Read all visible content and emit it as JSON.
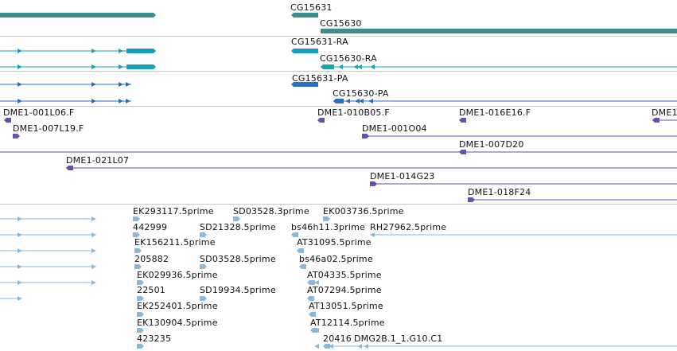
{
  "colors": {
    "gene": "#3a8f8f",
    "transcript": "#1aa0b8",
    "protein": "#2b6fbf",
    "clone": "#6a4fa8",
    "est": "#8ab8d8",
    "separator": "#c8c8c8",
    "label": "#111111"
  },
  "tracks": {
    "genes": {
      "labels": [
        "CG15631",
        "CG15630"
      ]
    },
    "transcripts": {
      "labels": [
        "CG15631-RA",
        "CG15630-RA"
      ]
    },
    "proteins": {
      "labels": [
        "CG15631-PA",
        "CG15630-PA"
      ]
    },
    "clones": {
      "labels": [
        "DME1-001L06.F",
        "DME1-007L19.F",
        "DME1-010B05.F",
        "DME1-001O04",
        "DME1-016E16.F",
        "DME1-007D20",
        "DME1",
        "DME1-021L07",
        "DME1-014G23",
        "DME1-018F24"
      ]
    },
    "ests": {
      "labels": [
        "EK293117.5prime",
        "SD03528.3prime",
        "EK003736.5prime",
        "442999",
        "SD21328.5prime",
        "bs46h11.3prime",
        "RH27962.5prime",
        "EK156211.5prime",
        "AT31095.5prime",
        "205882",
        "SD03528.5prime",
        "bs46a02.5prime",
        "EK029936.5prime",
        "AT04335.5prime",
        "22501",
        "SD19934.5prime",
        "AT07294.5prime",
        "EK252401.5prime",
        "AT13051.5prime",
        "EK130904.5prime",
        "AT12114.5prime",
        "423235",
        "20416",
        "DMG2B.1_1.G10.C1"
      ]
    }
  }
}
